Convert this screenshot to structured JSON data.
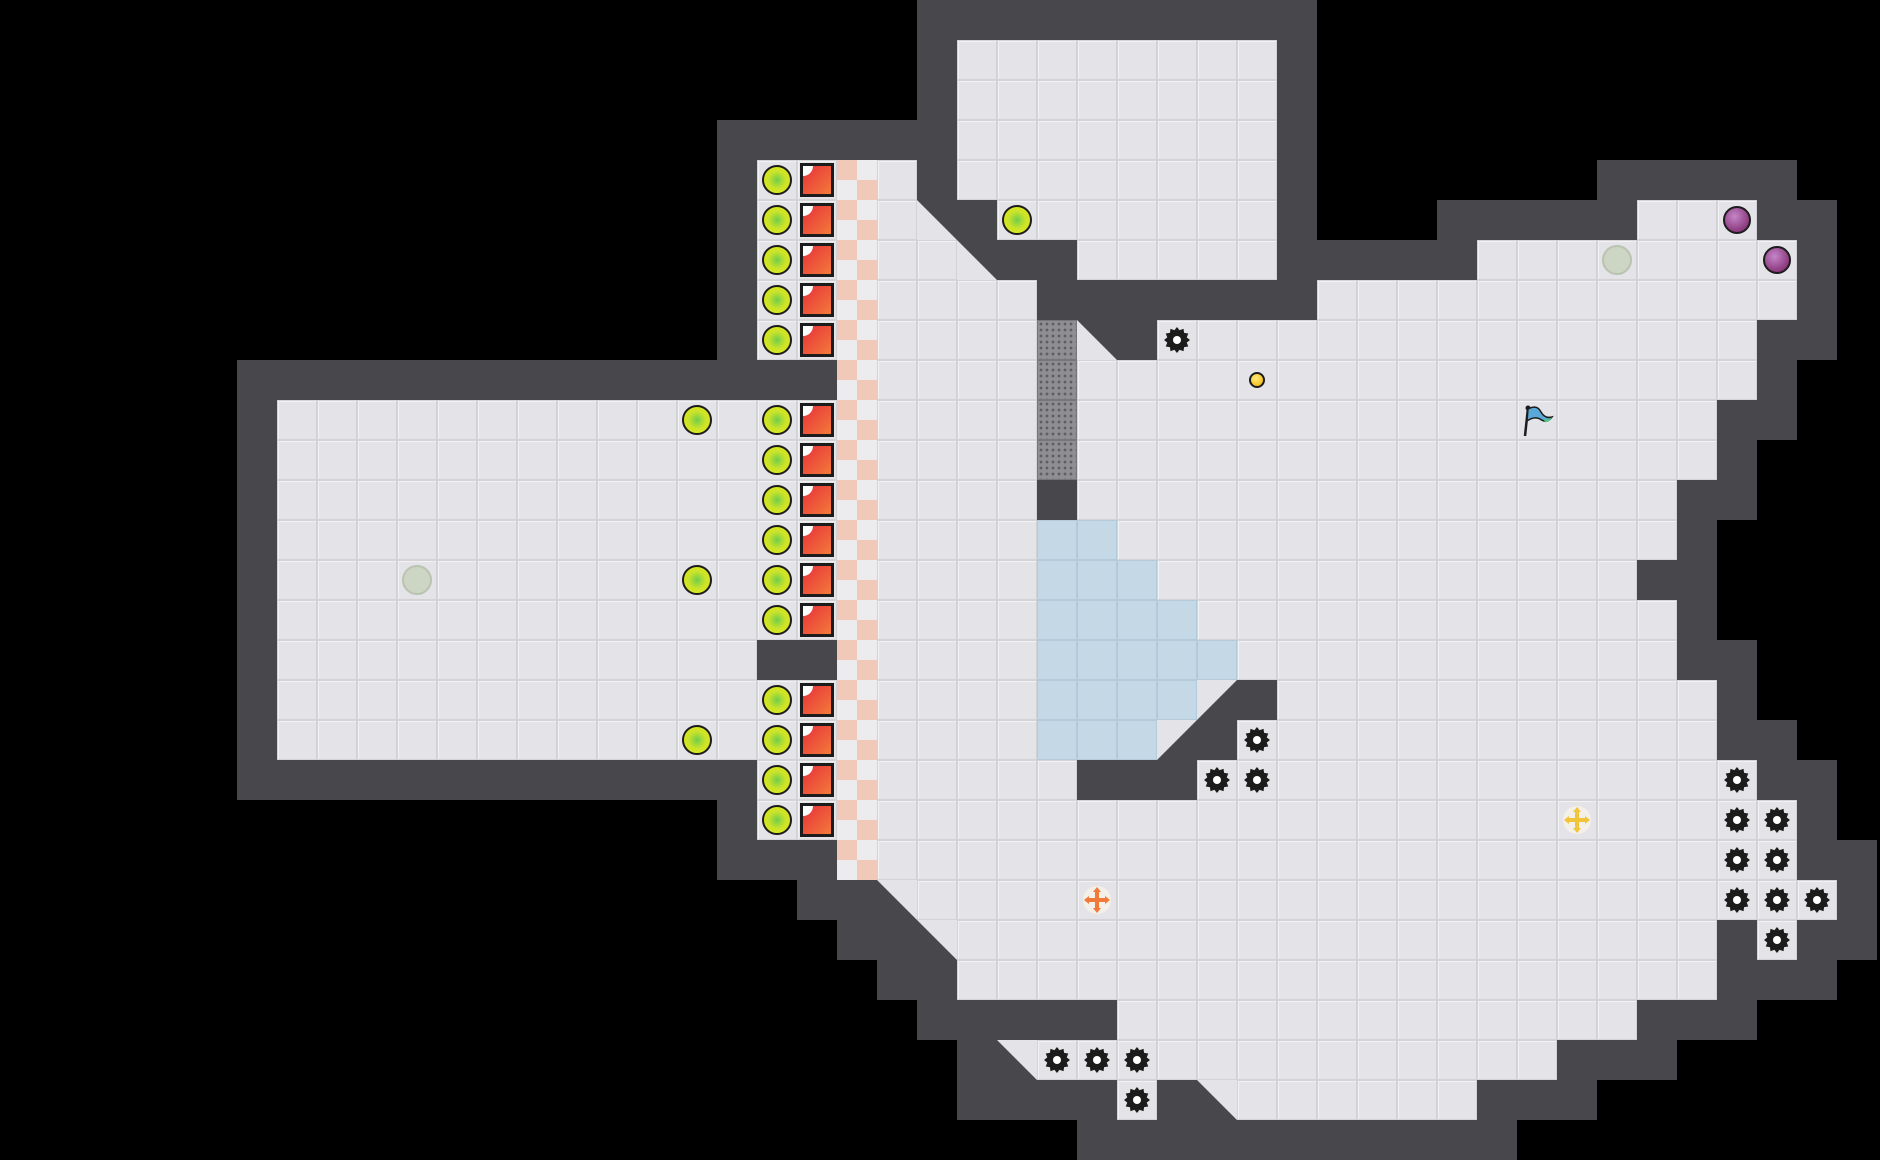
{
  "game": {
    "title": "Level map",
    "palette": {
      "background": "#000000",
      "wall": "#48474c",
      "floor": "#e4e4e8",
      "water": "#c4d8e6",
      "grate": "#8f8f93",
      "checker": "#f0c9b8",
      "coin": "#e8ec1a",
      "red_block": "#e8303a",
      "gear": "#1c1c1c",
      "purple_ball": "#8c3a7e",
      "flag": "#5aa8d8",
      "orange_cross": "#f07a3a",
      "yellow_cross": "#f2c43a"
    },
    "entities": [
      "coin",
      "red-block",
      "gear",
      "ghost-marker",
      "purple-ball",
      "gold-dot",
      "goal-flag",
      "orange-cross",
      "yellow-cross"
    ]
  }
}
